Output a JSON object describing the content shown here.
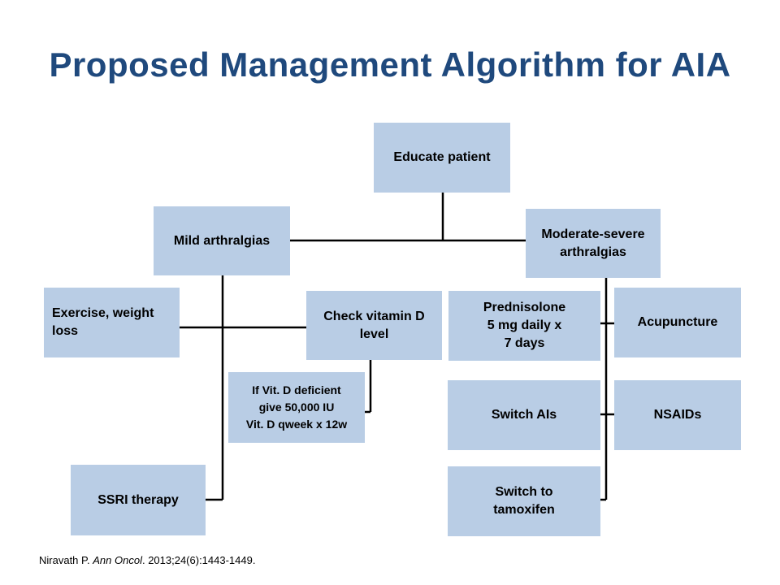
{
  "title": "Proposed Management Algorithm for AIA",
  "nodes": {
    "educate": "Educate patient",
    "mild": "Mild arthralgias",
    "moderate": "Moderate-severe\narthralgias",
    "exercise": "Exercise, weight\nloss",
    "vitd_check": "Check vitamin D\nlevel",
    "vitd_deficient": "If Vit. D deficient\ngive 50,000 IU\nVit. D qweek x 12w",
    "ssri": "SSRI therapy",
    "prednisolone": "Prednisolone\n5 mg daily x\n7 days",
    "acupuncture": "Acupuncture",
    "switch_ais": "Switch AIs",
    "nsaids": "NSAIDs",
    "tamoxifen": "Switch to\ntamoxifen"
  },
  "citation": {
    "author": "Niravath P.",
    "journal": "Ann Oncol",
    "details": ". 2013;24(6):1443-1449."
  }
}
